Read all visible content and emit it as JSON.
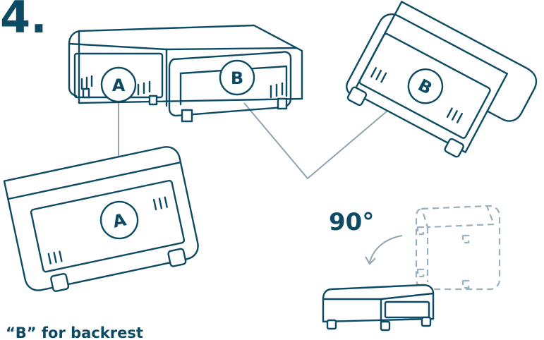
{
  "step": {
    "number": "4."
  },
  "labels": {
    "part_a": "A",
    "part_b": "B"
  },
  "rotation": {
    "angle": "90°"
  },
  "caption": {
    "text": "“B” for backrest"
  },
  "colors": {
    "ink": "#0d4a63",
    "connector": "#8fa4b0",
    "dashed_outline": "#9ab0bc"
  }
}
